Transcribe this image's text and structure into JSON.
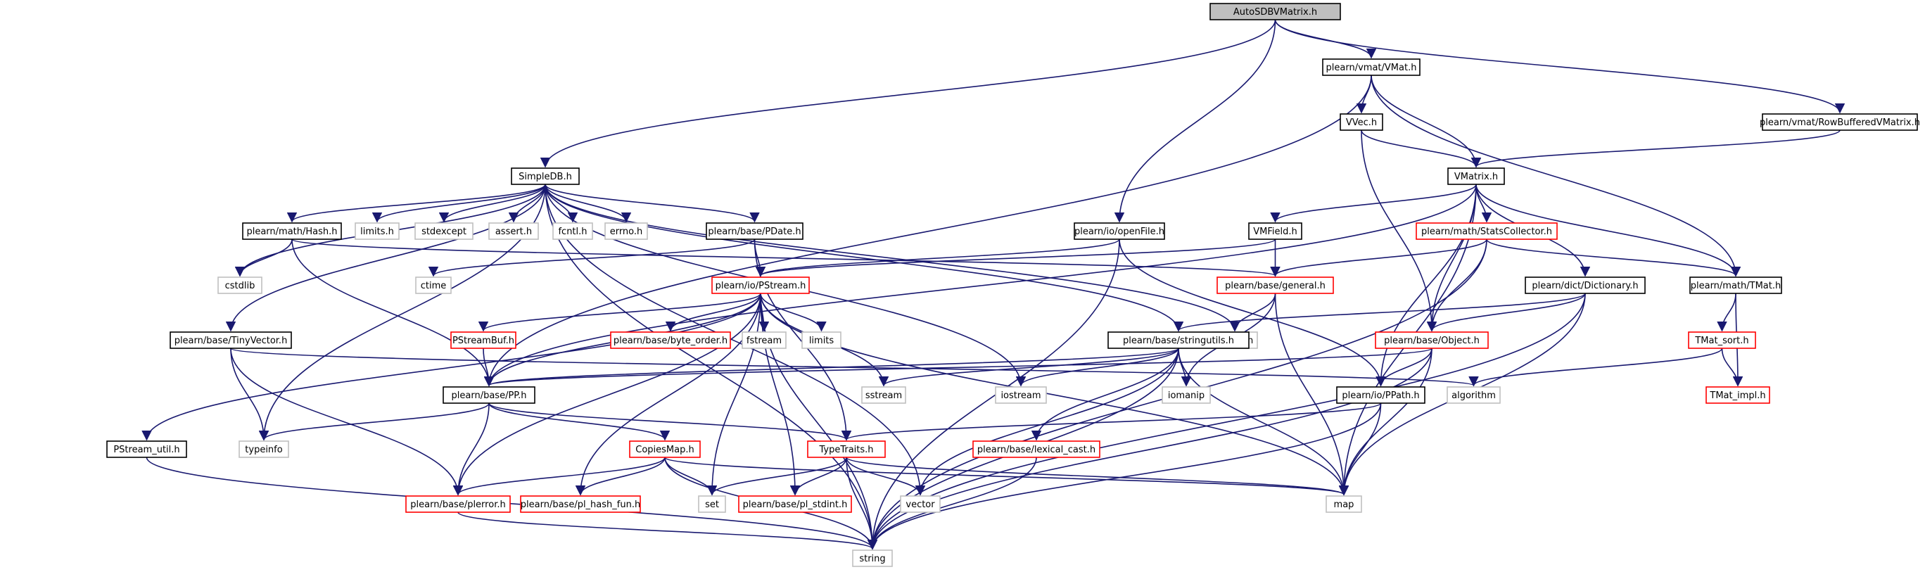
{
  "graph": {
    "nodes": [
      {
        "id": "root",
        "label": "AutoSDBVMatrix.h",
        "style": "root"
      },
      {
        "id": "VMat",
        "label": "plearn/vmat/VMat.h",
        "style": "normal"
      },
      {
        "id": "RowBuf",
        "label": "plearn/vmat/RowBufferedVMatrix.h",
        "style": "normal"
      },
      {
        "id": "VVec",
        "label": "VVec.h",
        "style": "normal"
      },
      {
        "id": "VMatrix",
        "label": "VMatrix.h",
        "style": "normal"
      },
      {
        "id": "SimpleDB",
        "label": "SimpleDB.h",
        "style": "normal"
      },
      {
        "id": "Hash",
        "label": "plearn/math/Hash.h",
        "style": "normal"
      },
      {
        "id": "limits_h",
        "label": "limits.h",
        "style": "sys"
      },
      {
        "id": "stdexcept",
        "label": "stdexcept",
        "style": "sys"
      },
      {
        "id": "assert",
        "label": "assert.h",
        "style": "sys"
      },
      {
        "id": "fcntl",
        "label": "fcntl.h",
        "style": "sys"
      },
      {
        "id": "errno",
        "label": "errno.h",
        "style": "sys"
      },
      {
        "id": "PDate",
        "label": "plearn/base/PDate.h",
        "style": "normal"
      },
      {
        "id": "openFile",
        "label": "plearn/io/openFile.h",
        "style": "normal"
      },
      {
        "id": "VMField",
        "label": "VMField.h",
        "style": "normal"
      },
      {
        "id": "StatsCollector",
        "label": "plearn/math/StatsCollector.h",
        "style": "red"
      },
      {
        "id": "cstdlib",
        "label": "cstdlib",
        "style": "sys"
      },
      {
        "id": "ctime",
        "label": "ctime",
        "style": "sys"
      },
      {
        "id": "PStream",
        "label": "plearn/io/PStream.h",
        "style": "red"
      },
      {
        "id": "general",
        "label": "plearn/base/general.h",
        "style": "red"
      },
      {
        "id": "Dictionary",
        "label": "plearn/dict/Dictionary.h",
        "style": "normal"
      },
      {
        "id": "TMat",
        "label": "plearn/math/TMat.h",
        "style": "normal"
      },
      {
        "id": "TinyVector",
        "label": "plearn/base/TinyVector.h",
        "style": "normal"
      },
      {
        "id": "PStreamBuf",
        "label": "PStreamBuf.h",
        "style": "red"
      },
      {
        "id": "byte_order",
        "label": "plearn/base/byte_order.h",
        "style": "red"
      },
      {
        "id": "fstream",
        "label": "fstream",
        "style": "sys"
      },
      {
        "id": "limits",
        "label": "limits",
        "style": "sys"
      },
      {
        "id": "unistd",
        "label": "unistd.h",
        "style": "sys"
      },
      {
        "id": "stringutils",
        "label": "plearn/base/stringutils.h",
        "style": "normal"
      },
      {
        "id": "Object",
        "label": "plearn/base/Object.h",
        "style": "red"
      },
      {
        "id": "TMat_sort",
        "label": "TMat_sort.h",
        "style": "red"
      },
      {
        "id": "PP",
        "label": "plearn/base/PP.h",
        "style": "normal"
      },
      {
        "id": "sstream",
        "label": "sstream",
        "style": "sys"
      },
      {
        "id": "iostream",
        "label": "iostream",
        "style": "sys"
      },
      {
        "id": "iomanip",
        "label": "iomanip",
        "style": "sys"
      },
      {
        "id": "PPath",
        "label": "plearn/io/PPath.h",
        "style": "normal"
      },
      {
        "id": "algorithm",
        "label": "algorithm",
        "style": "sys"
      },
      {
        "id": "TMat_impl",
        "label": "TMat_impl.h",
        "style": "red"
      },
      {
        "id": "PStream_util",
        "label": "PStream_util.h",
        "style": "normal"
      },
      {
        "id": "typeinfo",
        "label": "typeinfo",
        "style": "sys"
      },
      {
        "id": "CopiesMap",
        "label": "CopiesMap.h",
        "style": "red"
      },
      {
        "id": "TypeTraits",
        "label": "TypeTraits.h",
        "style": "red"
      },
      {
        "id": "lexical_cast",
        "label": "plearn/base/lexical_cast.h",
        "style": "red"
      },
      {
        "id": "plerror",
        "label": "plearn/base/plerror.h",
        "style": "red"
      },
      {
        "id": "pl_hash_fun",
        "label": "plearn/base/pl_hash_fun.h",
        "style": "red"
      },
      {
        "id": "set",
        "label": "set",
        "style": "sys"
      },
      {
        "id": "pl_stdint",
        "label": "plearn/base/pl_stdint.h",
        "style": "red"
      },
      {
        "id": "vector",
        "label": "vector",
        "style": "sys"
      },
      {
        "id": "map",
        "label": "map",
        "style": "sys"
      },
      {
        "id": "string",
        "label": "string",
        "style": "sys"
      }
    ],
    "edges": [
      [
        "root",
        "SimpleDB"
      ],
      [
        "root",
        "openFile"
      ],
      [
        "root",
        "VMat"
      ],
      [
        "root",
        "RowBuf"
      ],
      [
        "VMat",
        "VVec"
      ],
      [
        "VMat",
        "VMatrix"
      ],
      [
        "VMat",
        "TMat"
      ],
      [
        "VMat",
        "PP"
      ],
      [
        "RowBuf",
        "VMatrix"
      ],
      [
        "VVec",
        "VMatrix"
      ],
      [
        "VVec",
        "Object"
      ],
      [
        "VMatrix",
        "VMField"
      ],
      [
        "VMatrix",
        "StatsCollector"
      ],
      [
        "VMatrix",
        "Dictionary"
      ],
      [
        "VMatrix",
        "TMat"
      ],
      [
        "VMatrix",
        "Object"
      ],
      [
        "VMatrix",
        "PPath"
      ],
      [
        "VMatrix",
        "PP"
      ],
      [
        "VMatrix",
        "map"
      ],
      [
        "SimpleDB",
        "Hash"
      ],
      [
        "SimpleDB",
        "limits_h"
      ],
      [
        "SimpleDB",
        "stdexcept"
      ],
      [
        "SimpleDB",
        "assert"
      ],
      [
        "SimpleDB",
        "fcntl"
      ],
      [
        "SimpleDB",
        "errno"
      ],
      [
        "SimpleDB",
        "PDate"
      ],
      [
        "SimpleDB",
        "cstdlib"
      ],
      [
        "SimpleDB",
        "TinyVector"
      ],
      [
        "SimpleDB",
        "typeinfo"
      ],
      [
        "SimpleDB",
        "unistd"
      ],
      [
        "SimpleDB",
        "stringutils"
      ],
      [
        "SimpleDB",
        "iostream"
      ],
      [
        "SimpleDB",
        "vector"
      ],
      [
        "SimpleDB",
        "string"
      ],
      [
        "Hash",
        "cstdlib"
      ],
      [
        "Hash",
        "general"
      ],
      [
        "Hash",
        "PP"
      ],
      [
        "PDate",
        "ctime"
      ],
      [
        "PDate",
        "PStream"
      ],
      [
        "PDate",
        "TypeTraits"
      ],
      [
        "openFile",
        "PStream"
      ],
      [
        "openFile",
        "PPath"
      ],
      [
        "openFile",
        "string"
      ],
      [
        "VMField",
        "PStream"
      ],
      [
        "VMField",
        "general"
      ],
      [
        "StatsCollector",
        "general"
      ],
      [
        "StatsCollector",
        "Object"
      ],
      [
        "StatsCollector",
        "TMat"
      ],
      [
        "StatsCollector",
        "string"
      ],
      [
        "Dictionary",
        "stringutils"
      ],
      [
        "Dictionary",
        "Object"
      ],
      [
        "Dictionary",
        "map"
      ],
      [
        "Dictionary",
        "string"
      ],
      [
        "TMat",
        "TMat_sort"
      ],
      [
        "TMat",
        "TMat_impl"
      ],
      [
        "TMat_sort",
        "TMat_impl"
      ],
      [
        "TMat_sort",
        "algorithm"
      ],
      [
        "PStream",
        "PStreamBuf"
      ],
      [
        "PStream",
        "byte_order"
      ],
      [
        "PStream",
        "fstream"
      ],
      [
        "PStream",
        "limits"
      ],
      [
        "PStream",
        "sstream"
      ],
      [
        "PStream",
        "PStream_util"
      ],
      [
        "PStream",
        "plerror"
      ],
      [
        "PStream",
        "pl_hash_fun"
      ],
      [
        "PStream",
        "set"
      ],
      [
        "PStream",
        "pl_stdint"
      ],
      [
        "PStream",
        "map"
      ],
      [
        "PStream",
        "PP"
      ],
      [
        "PStream",
        "string"
      ],
      [
        "PStreamBuf",
        "PP"
      ],
      [
        "general",
        "unistd"
      ],
      [
        "general",
        "iomanip"
      ],
      [
        "general",
        "map"
      ],
      [
        "TinyVector",
        "typeinfo"
      ],
      [
        "TinyVector",
        "plerror"
      ],
      [
        "TinyVector",
        "algorithm"
      ],
      [
        "stringutils",
        "sstream"
      ],
      [
        "stringutils",
        "iostream"
      ],
      [
        "stringutils",
        "iomanip"
      ],
      [
        "stringutils",
        "PP"
      ],
      [
        "stringutils",
        "lexical_cast"
      ],
      [
        "stringutils",
        "vector"
      ],
      [
        "stringutils",
        "map"
      ],
      [
        "stringutils",
        "string"
      ],
      [
        "Object",
        "PP"
      ],
      [
        "Object",
        "PPath"
      ],
      [
        "Object",
        "map"
      ],
      [
        "Object",
        "string"
      ],
      [
        "PP",
        "typeinfo"
      ],
      [
        "PP",
        "CopiesMap"
      ],
      [
        "PP",
        "TypeTraits"
      ],
      [
        "PP",
        "plerror"
      ],
      [
        "PPath",
        "TypeTraits"
      ],
      [
        "PPath",
        "map"
      ],
      [
        "PPath",
        "string"
      ],
      [
        "CopiesMap",
        "plerror"
      ],
      [
        "CopiesMap",
        "pl_hash_fun"
      ],
      [
        "CopiesMap",
        "set"
      ],
      [
        "CopiesMap",
        "string"
      ],
      [
        "CopiesMap",
        "map"
      ],
      [
        "TypeTraits",
        "set"
      ],
      [
        "TypeTraits",
        "vector"
      ],
      [
        "TypeTraits",
        "pl_stdint"
      ],
      [
        "TypeTraits",
        "map"
      ],
      [
        "TypeTraits",
        "string"
      ],
      [
        "lexical_cast",
        "string"
      ],
      [
        "plerror",
        "string"
      ],
      [
        "PStream_util",
        "string"
      ]
    ]
  }
}
